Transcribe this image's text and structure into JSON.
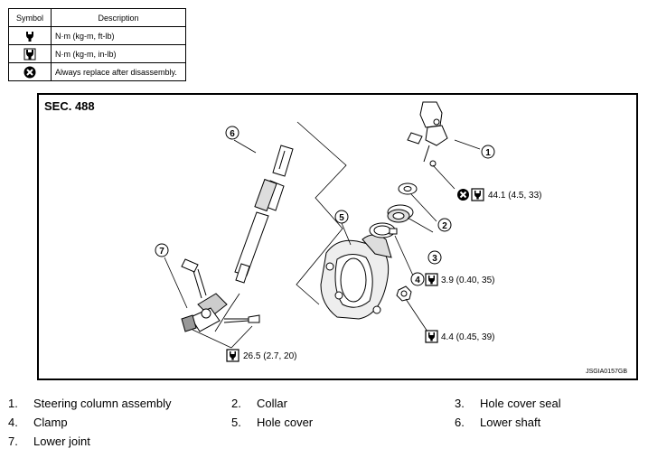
{
  "symbol_table": {
    "header_symbol": "Symbol",
    "header_description": "Description",
    "rows": [
      {
        "icon": "torque-wrench-icon",
        "description": "N·m (kg-m, ft-lb)"
      },
      {
        "icon": "torque-wrench-small-icon",
        "description": "N·m (kg-m, in-lb)"
      },
      {
        "icon": "replace-part-icon",
        "description": "Always replace after disassembly."
      }
    ]
  },
  "figure": {
    "section": "SEC. 488",
    "code": "JSGIA0157GB",
    "callouts": [
      "1",
      "2",
      "3",
      "4",
      "5",
      "6",
      "7"
    ],
    "torque_specs": [
      {
        "text": "44.1 (4.5, 33)"
      },
      {
        "text": "3.9 (0.40, 35)"
      },
      {
        "text": "4.4 (0.45, 39)"
      },
      {
        "text": "26.5 (2.7, 20)"
      }
    ]
  },
  "legend": [
    {
      "num": "1.",
      "label": "Steering column assembly"
    },
    {
      "num": "2.",
      "label": "Collar"
    },
    {
      "num": "3.",
      "label": "Hole cover seal"
    },
    {
      "num": "4.",
      "label": "Clamp"
    },
    {
      "num": "5.",
      "label": "Hole cover"
    },
    {
      "num": "6.",
      "label": "Lower shaft"
    },
    {
      "num": "7.",
      "label": "Lower joint"
    }
  ]
}
